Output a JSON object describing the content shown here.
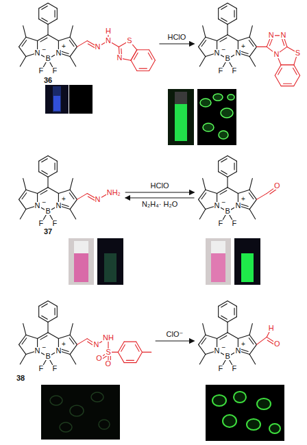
{
  "diagram": {
    "nodes": [
      {
        "text": [
          "N",
          "B",
          "N",
          "F",
          "F",
          "−",
          "+",
          "N",
          "H",
          "N",
          "S",
          "N"
        ]
      },
      {
        "text": [
          "N",
          "B",
          "N",
          "F",
          "F",
          "−",
          "+",
          "N",
          "N",
          "N",
          "S"
        ]
      },
      {
        "text": [
          "N",
          "B",
          "N",
          "F",
          "F",
          "−",
          "+",
          "N",
          "NH₂"
        ]
      },
      {
        "text": [
          "N",
          "B",
          "N",
          "F",
          "F",
          "−",
          "+",
          "O"
        ]
      },
      {
        "text": [
          "N",
          "B",
          "N",
          "F",
          "F",
          "−",
          "+",
          "N",
          "NH",
          "O",
          "S",
          "O"
        ]
      },
      {
        "text": [
          "N",
          "B",
          "N",
          "F",
          "F",
          "−",
          "+",
          "H",
          "O"
        ]
      }
    ],
    "edges": [
      {
        "from": 0,
        "to": 1,
        "arrow": "to",
        "label": "HClO"
      },
      {
        "from": 2,
        "to": 3,
        "arrow": "to",
        "label": "HClO"
      },
      {
        "from": 3,
        "to": 2,
        "arrow": "to",
        "label": "N₂H₄· H₂O"
      },
      {
        "from": 4,
        "to": 5,
        "arrow": "to",
        "label": "ClO⁻"
      }
    ],
    "labels": [
      "36",
      "37",
      "38"
    ]
  }
}
